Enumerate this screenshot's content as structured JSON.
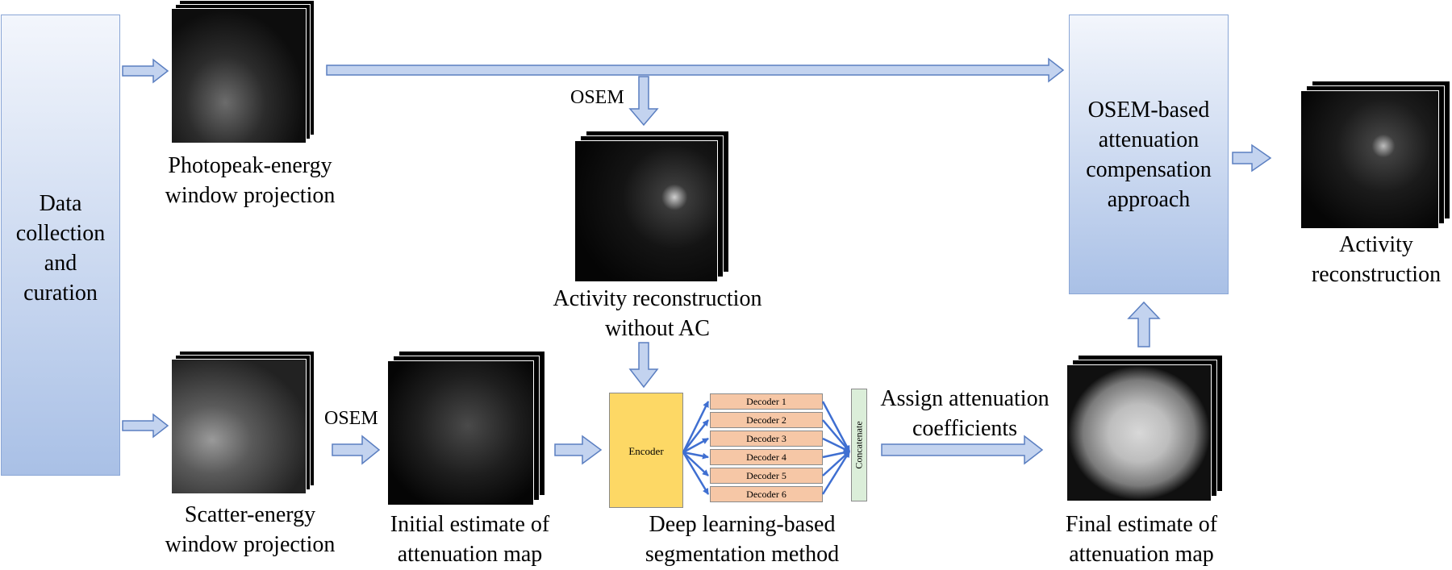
{
  "colors": {
    "arrow_fill": "#c3d3ef",
    "arrow_stroke": "#5b7fc1",
    "box_top": "#f3f6fc",
    "box_bottom": "#a9c0e6",
    "encoder_fill": "#fdd865",
    "decoder_fill": "#f6c7a6",
    "concat_fill": "#dbeed9",
    "fan_lines": "#3f6fd1"
  },
  "left_box": {
    "lines": [
      "Data",
      "collection",
      "and",
      "curation"
    ]
  },
  "right_box": {
    "lines": [
      "OSEM-based",
      "attenuation",
      "compensation",
      "approach"
    ]
  },
  "labels": {
    "osem_top": "OSEM",
    "osem_bottom": "OSEM",
    "assign": [
      "Assign attenuation",
      "coefficients"
    ]
  },
  "captions": {
    "photopeak": [
      "Photopeak-energy",
      "window projection"
    ],
    "scatter": [
      "Scatter-energy",
      "window projection"
    ],
    "activity_no_ac": [
      "Activity reconstruction",
      "without AC"
    ],
    "initial_map": [
      "Initial estimate of",
      "attenuation map"
    ],
    "deep_learning": [
      "Deep learning-based",
      "segmentation method"
    ],
    "final_map": [
      "Final estimate of",
      "attenuation map"
    ],
    "activity_recon": [
      "Activity",
      "reconstruction"
    ]
  },
  "network": {
    "encoder": "Encoder",
    "decoders": [
      "Decoder 1",
      "Decoder 2",
      "Decoder 3",
      "Decoder 4",
      "Decoder 5",
      "Decoder 6"
    ],
    "concatenate": "Concatenate"
  },
  "images": [
    {
      "name": "photopeak-projection-image"
    },
    {
      "name": "scatter-projection-image"
    },
    {
      "name": "activity-no-ac-image"
    },
    {
      "name": "initial-attenuation-map-image"
    },
    {
      "name": "final-attenuation-map-image"
    },
    {
      "name": "activity-reconstruction-image"
    }
  ]
}
